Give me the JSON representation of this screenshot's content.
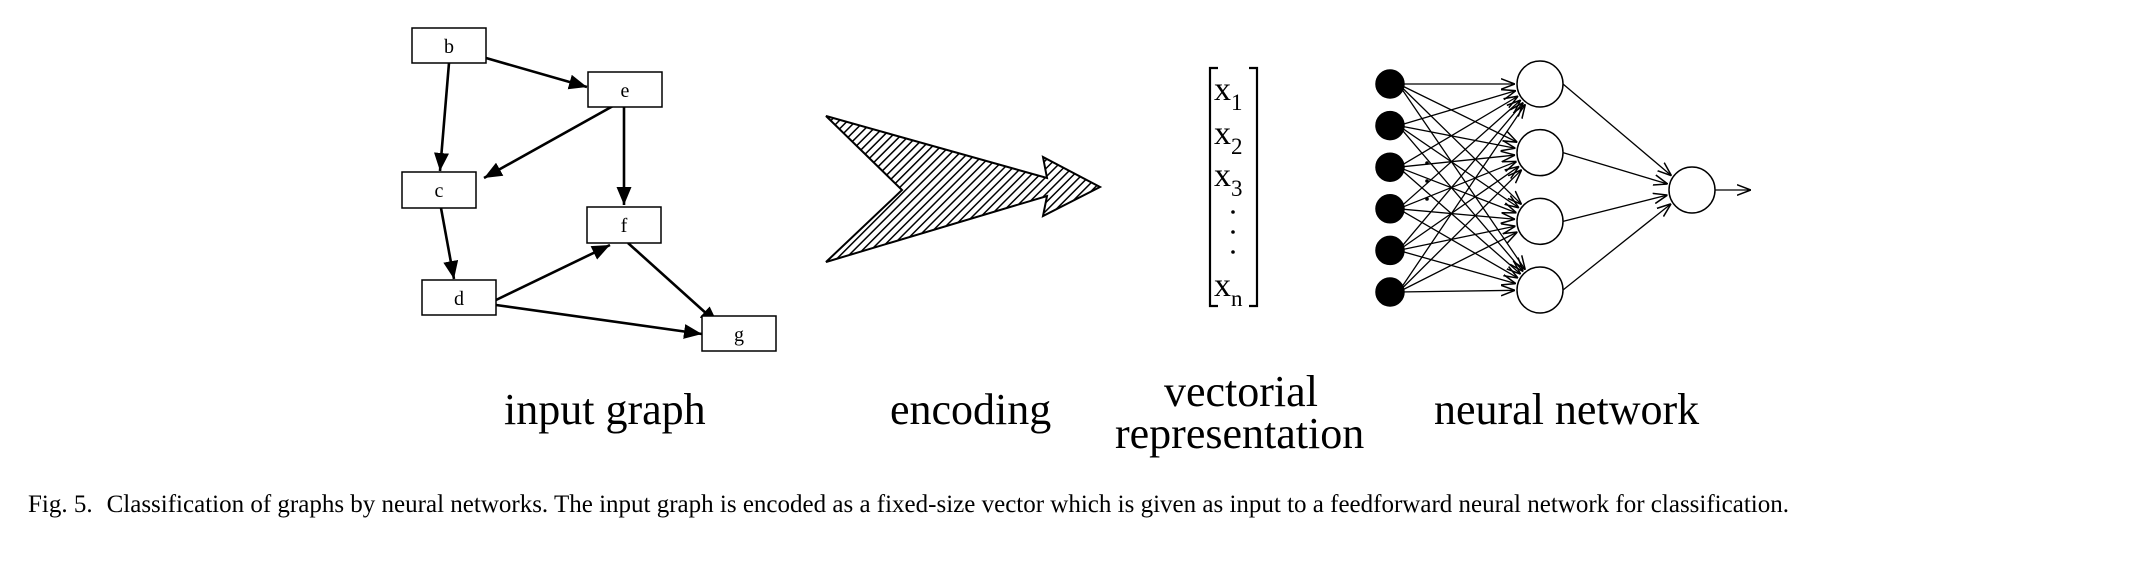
{
  "graph": {
    "nodes": [
      "b",
      "e",
      "c",
      "f",
      "d",
      "g"
    ],
    "edges": [
      [
        "b",
        "e"
      ],
      [
        "b",
        "c"
      ],
      [
        "e",
        "c"
      ],
      [
        "e",
        "f"
      ],
      [
        "c",
        "d"
      ],
      [
        "d",
        "f"
      ],
      [
        "f",
        "g"
      ],
      [
        "d",
        "g"
      ]
    ]
  },
  "vector": {
    "entries": [
      {
        "base": "x",
        "sub": "1"
      },
      {
        "base": "x",
        "sub": "2"
      },
      {
        "base": "x",
        "sub": "3"
      },
      {
        "base": "x",
        "sub": "n"
      }
    ]
  },
  "network": {
    "inputs": 6,
    "hidden": 4,
    "outputs": 1
  },
  "labels": {
    "input_graph": "input graph",
    "encoding": "encoding",
    "vectorial_line1": "vectorial",
    "vectorial_line2": "representation",
    "neural_network": "neural network"
  },
  "caption": {
    "lead": "Fig. 5.",
    "text": "Classification of graphs by neural networks. The input graph is encoded as a fixed-size vector which is given as input to a feedforward neural network for classification."
  }
}
